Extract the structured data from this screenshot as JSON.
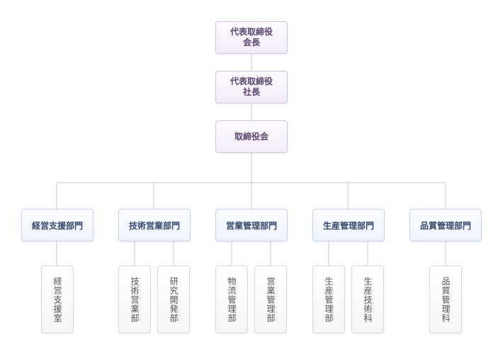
{
  "colors": {
    "executive_border": "#d6c2e3",
    "executive_text": "#5d4670",
    "department_border": "#c6d3e6",
    "department_text": "#34496b",
    "section_border": "#dadada",
    "section_text": "#555555",
    "connector": "#c8c8c8"
  },
  "executives": {
    "chairman": {
      "line1": "代表取締役",
      "line2": "会長"
    },
    "president": {
      "line1": "代表取締役",
      "line2": "社長"
    },
    "board": "取締役会"
  },
  "departments": [
    {
      "label": "経営支援部門",
      "sections": [
        "経営支援室"
      ]
    },
    {
      "label": "技術営業部門",
      "sections": [
        "技術営業部",
        "研究開発部"
      ]
    },
    {
      "label": "営業管理部門",
      "sections": [
        "物流管理部",
        "営業管理部"
      ]
    },
    {
      "label": "生産管理部門",
      "sections": [
        "生産管理部",
        "生産技術科"
      ]
    },
    {
      "label": "品質管理部門",
      "sections": [
        "品質管理科"
      ]
    }
  ]
}
